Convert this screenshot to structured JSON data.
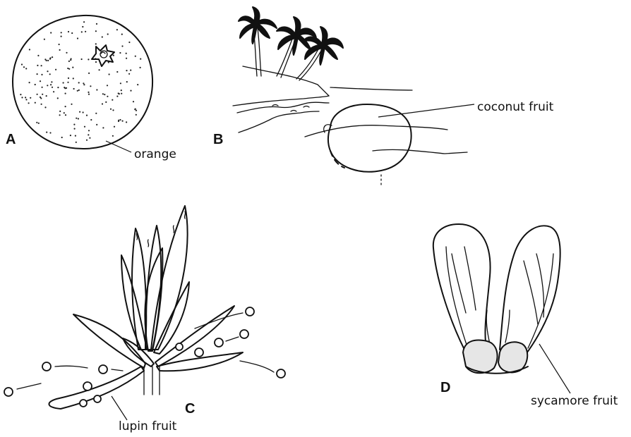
{
  "panels": [
    {
      "id": "A",
      "letter": "A",
      "caption": "orange"
    },
    {
      "id": "B",
      "letter": "B",
      "caption": "coconut fruit"
    },
    {
      "id": "C",
      "letter": "C",
      "caption": "lupin fruit"
    },
    {
      "id": "D",
      "letter": "D",
      "caption": "sycamore fruit"
    }
  ]
}
